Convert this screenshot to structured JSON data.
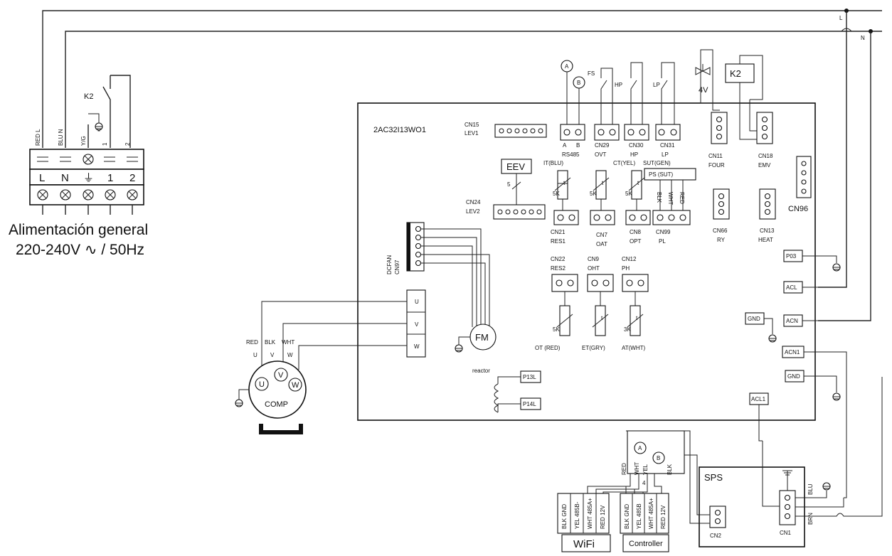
{
  "power": {
    "title": "Alimentación general",
    "spec": "220-240V ∿ / 50Hz",
    "wire_labels": [
      "RED  L",
      "BLU  N",
      "Y/G",
      "1",
      "2"
    ],
    "terminal_labels": [
      "L",
      "N",
      "⏚",
      "1",
      "2"
    ],
    "relay": "K2",
    "line_labels": [
      "L",
      "N"
    ]
  },
  "board": {
    "model": "2AC32I13WO1",
    "connectors": {
      "cn15": [
        "CN15",
        "LEV1"
      ],
      "eev": "EEV",
      "eev_pins": "5",
      "cn24": [
        "CN24",
        "LEV2"
      ],
      "rs485": [
        "A",
        "B",
        "RS485"
      ],
      "cn29": [
        "CN29",
        "OVT"
      ],
      "cn30": [
        "CN30",
        "HP"
      ],
      "cn31": [
        "CN31",
        "LP"
      ],
      "cn11": [
        "CN11",
        "FOUR"
      ],
      "cn18": [
        "CN18",
        "EMV"
      ],
      "cn96": "CN96",
      "cn21": [
        "CN21",
        "RES1"
      ],
      "cn7": [
        "CN7",
        "OAT"
      ],
      "cn8": [
        "CN8",
        "OPT"
      ],
      "cn99": [
        "CN99",
        "PL"
      ],
      "cn66": [
        "CN66",
        "RY"
      ],
      "cn13": [
        "CN13",
        "HEAT"
      ],
      "cn22": [
        "CN22",
        "RES2"
      ],
      "cn9": [
        "CN9",
        "OHT"
      ],
      "cn12": [
        "CN12",
        "PH"
      ],
      "cn97": [
        "DCFAN",
        "CN97"
      ],
      "uvw": [
        "U",
        "V",
        "W"
      ]
    },
    "sensors": {
      "it": "IT(BLU)",
      "ct": "CT(YEL)",
      "sut": "SUT(GEN)",
      "ps_sut": "PS  (SUT)",
      "ps_wires": [
        "BLK",
        "WHT",
        "RED"
      ],
      "ot": "OT  (RED)",
      "et": "ET(GRY)",
      "at": "AT(WHT)",
      "r5k": "5K",
      "r3k": "3K",
      "t": "t"
    },
    "switches": [
      "FS",
      "HP",
      "LP"
    ],
    "valve": "4V",
    "relay": "K2",
    "bus": [
      "A",
      "B"
    ],
    "terminals": [
      "P03",
      "ACL",
      "ACN",
      "ACN1",
      "GND",
      "ACL1",
      "GND",
      "P13L",
      "P14L"
    ],
    "reactor": "reactor",
    "fan": "FM"
  },
  "compressor": {
    "label": "COMP",
    "wire_colors": [
      "RED",
      "BLK",
      "WHT"
    ],
    "phases": [
      "U",
      "V",
      "W"
    ]
  },
  "sps": {
    "label": "SPS",
    "cn1": "CN1",
    "cn2": "CN2",
    "wires": [
      "BLU",
      "BRN"
    ]
  },
  "bus_module": {
    "wires": [
      "RED",
      "WHT",
      "YEL",
      "BLK"
    ],
    "bus": [
      "A",
      "B"
    ],
    "count": "4",
    "wifi_pins": [
      "BLK GND",
      "YEL 485B-",
      "WHT 485A+",
      "RED 12V"
    ],
    "controller_pins": [
      "BLK GND",
      "YEL 485B",
      "WHT 485A+",
      "RED 12V"
    ],
    "wifi": "WiFi",
    "controller": "Controller"
  }
}
